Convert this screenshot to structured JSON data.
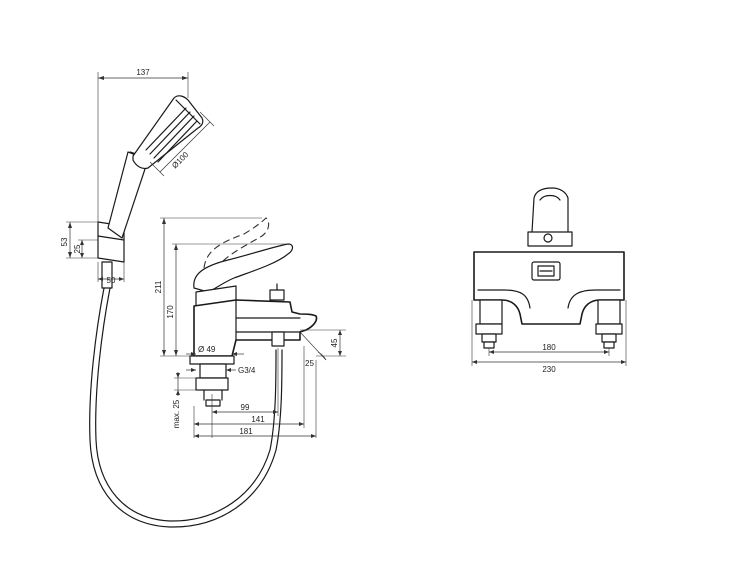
{
  "dimensions": {
    "top_width": "137",
    "head_diameter": "Ø100",
    "holder_height": "53",
    "holder_inner": "25",
    "holder_width": "50",
    "height_total": "211",
    "height_spout": "170",
    "base_diameter": "Ø 49",
    "spout_height": "45",
    "spout_angle": "25",
    "thread": "G3/4",
    "max_thickness": "max. 25",
    "reach_99": "99",
    "reach_141": "141",
    "reach_181": "181",
    "center_distance": "180",
    "overall_width": "230"
  }
}
